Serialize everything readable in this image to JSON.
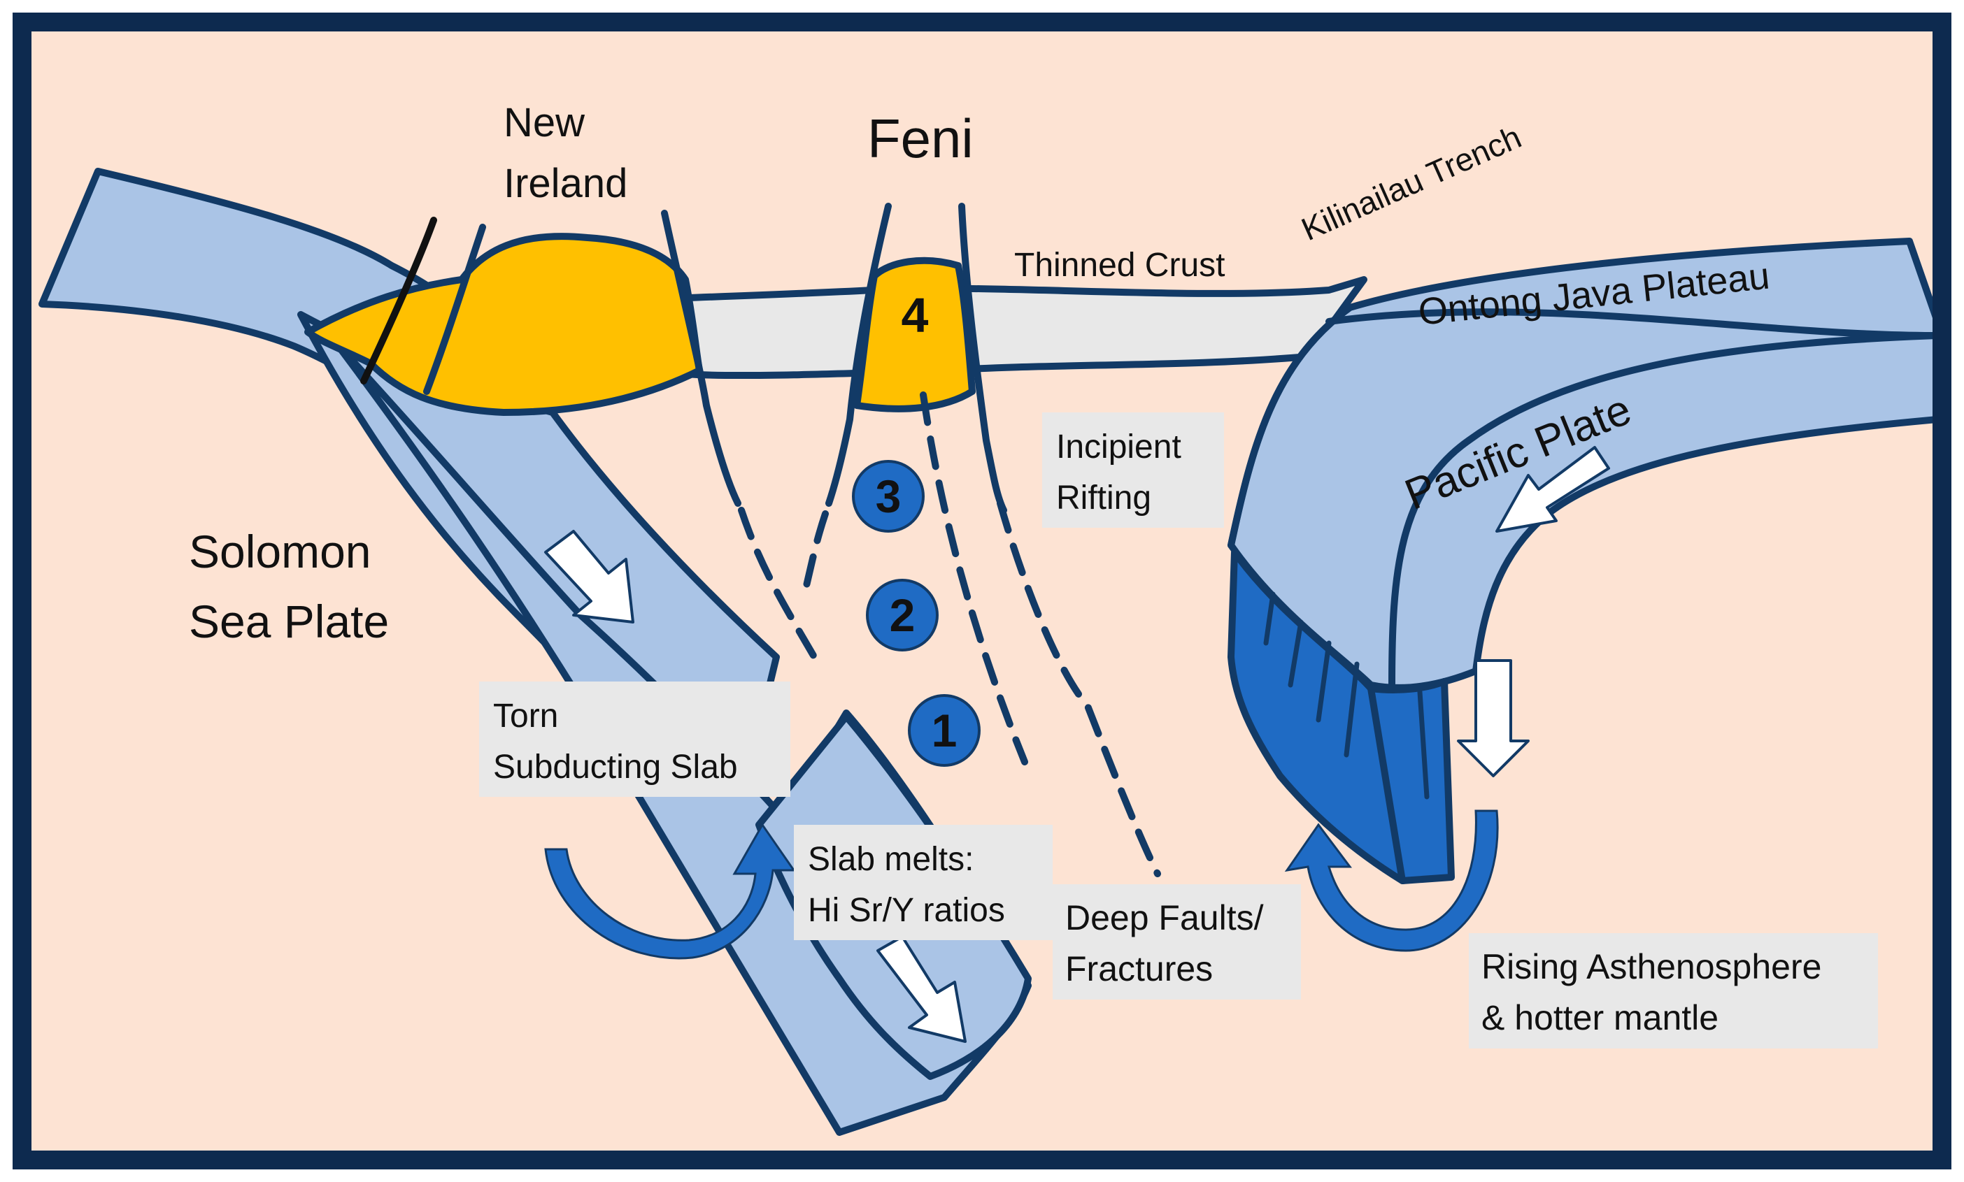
{
  "colors": {
    "frame": "#0d2a4f",
    "background": "#fde3d3",
    "plate_fill": "#aac4e6",
    "plate_dark": "#1f6bc4",
    "plate_outline": "#123a66",
    "volcanic": "#ffc000",
    "thinned_crust": "#e8e8e8",
    "marker": "#1f6bc4",
    "arrow_fill": "#ffffff",
    "flow_arrow": "#1f6bc4"
  },
  "labels": {
    "new_ireland": [
      "New",
      "Ireland"
    ],
    "feni": "Feni",
    "kilinailau_trench": "Kilinailau Trench",
    "thinned_crust": "Thinned Crust",
    "ontong_java_plateau": "Ontong Java Plateau",
    "pacific_plate": "Pacific Plate",
    "solomon_sea_plate": [
      "Solomon",
      "Sea Plate"
    ],
    "incipient_rifting": [
      "Incipient",
      "Rifting"
    ],
    "torn_subducting_slab": [
      "Torn",
      "Subducting Slab"
    ],
    "slab_melts": [
      "Slab melts:",
      "Hi Sr/Y ratios"
    ],
    "deep_faults": [
      "Deep Faults/",
      "Fractures"
    ],
    "rising_asthenosphere": [
      "Rising Asthenosphere",
      "& hotter mantle"
    ]
  },
  "markers": [
    "1",
    "2",
    "3",
    "4"
  ]
}
